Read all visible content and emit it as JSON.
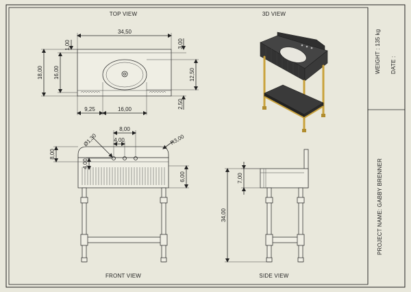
{
  "colors": {
    "paper": "#e9e8dc",
    "line": "#222222",
    "slab": "#3b3b3b",
    "brass": "#c9a23c"
  },
  "views": {
    "top": "TOP VIEW",
    "iso": "3D VIEW",
    "front": "FRONT VIEW",
    "side": "SIDE VIEW"
  },
  "title_block": {
    "weight": "WEIGHT : 135 kg",
    "date": "DATE :",
    "project": "PROJECT NAME: GABBY BRENNER"
  },
  "dims": {
    "top": {
      "width": "34,50",
      "edge": "1,00",
      "back": "3,00",
      "depth": "18,00",
      "inner": "16,00",
      "basin_depth": "12,50",
      "offset": "9,25",
      "basin_width": "16,00",
      "front_gap": "2,50"
    },
    "front": {
      "hole_span": "8,00",
      "hole_dia": "Ø1,30",
      "hole_pitch": "4,00",
      "radius": "R3,00",
      "splash": "8,00",
      "hole_height": "4,00",
      "apron": "6,00"
    },
    "side": {
      "apron": "7,00",
      "height": "34,00"
    }
  }
}
